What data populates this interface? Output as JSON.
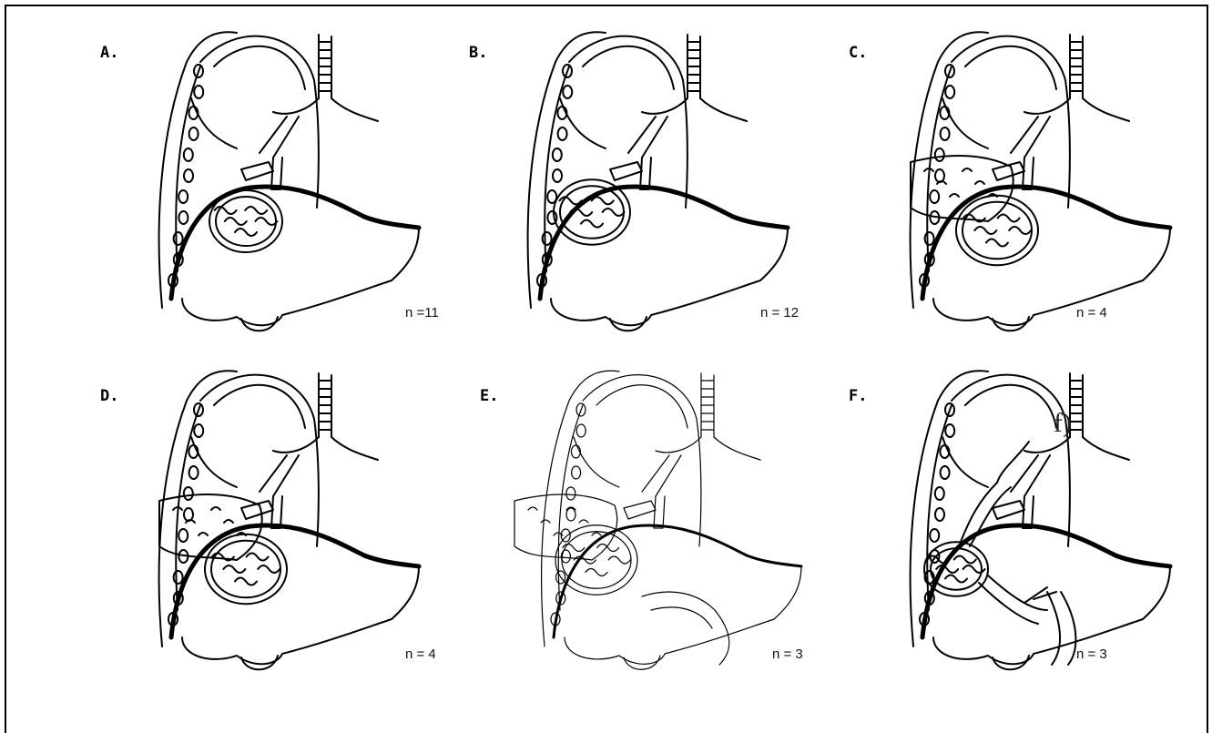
{
  "panels": [
    {
      "letter": "A.",
      "count": "n =11"
    },
    {
      "letter": "B.",
      "count": "n = 12"
    },
    {
      "letter": "C.",
      "count": "n = 4"
    },
    {
      "letter": "D.",
      "count": "n = 4"
    },
    {
      "letter": "E.",
      "count": "n = 3"
    },
    {
      "letter": "F.",
      "count": "n = 3"
    }
  ],
  "panel_f_note": "f)",
  "colors": {
    "ink": "#000000",
    "background": "#ffffff",
    "frame": "#000000"
  }
}
